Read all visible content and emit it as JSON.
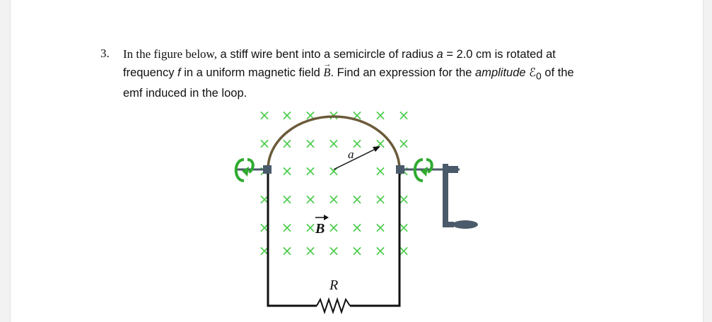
{
  "problem": {
    "number": "3.",
    "line1_a": "In the figure below,",
    "line1_b": " a stiff wire bent into a semicircle of radius ",
    "radius_symbol": "a",
    "line1_c": " = 2.0 cm is rotated at",
    "line2_a": "frequency ",
    "freq_symbol": "f",
    "line2_b": " in a uniform magnetic field ",
    "field_symbol": "B",
    "line2_c": ". Find an expression for the ",
    "amplitude_word": "amplitude",
    "emf_symbol": "ℰ",
    "emf_subscript": "0",
    "line2_d": " of the",
    "line3": "emf induced in the loop."
  },
  "figure": {
    "field_marker": "×",
    "radius_label": "a",
    "field_label": "B",
    "resistor_label": "R",
    "colors": {
      "field_marker": "#4ccc4c",
      "wire": "#111111",
      "rotation_arrow": "#2faa2f",
      "axle": "#4a5a6a",
      "crank": "#4a5a6a"
    }
  }
}
